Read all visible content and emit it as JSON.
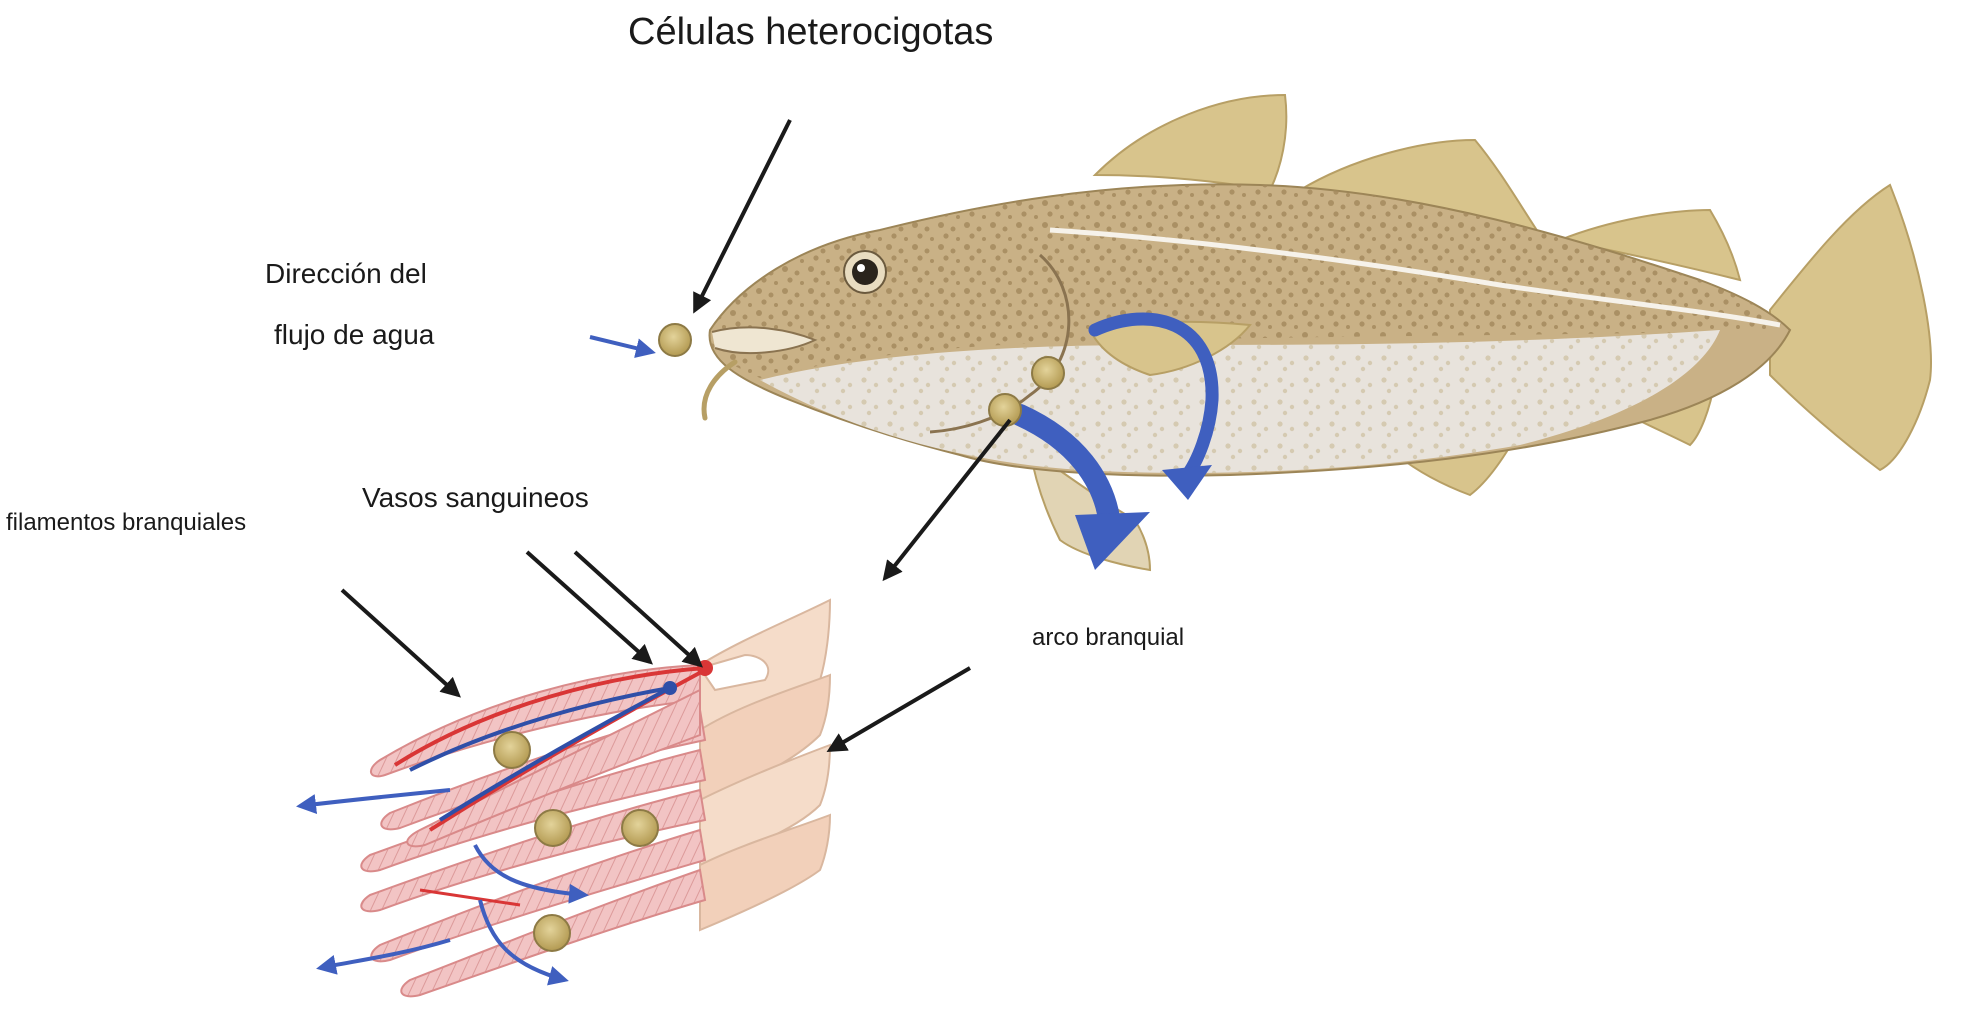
{
  "labels": {
    "heterozygous_cells": "Células heterocigotas",
    "flow_direction_line1": "Dirección del",
    "flow_direction_line2": "flujo de agua",
    "blood_vessels": "Vasos sanguineos",
    "gill_filaments": "filamentos branquiales",
    "gill_arch": "arco branquial"
  },
  "colors": {
    "fish_body": "#c9b186",
    "fish_belly": "#eae6e0",
    "fins": "#d8c48c",
    "spots": "#a48a5e",
    "gill_pink": "#f2c4c4",
    "gill_arch": "#f5dcc9",
    "vessel_red": "#d93636",
    "vessel_blue": "#2f4fa8",
    "flow_blue": "#3f5fbf",
    "cell_fill": "#c9b26e",
    "label_arrow": "#1a1a1a"
  }
}
